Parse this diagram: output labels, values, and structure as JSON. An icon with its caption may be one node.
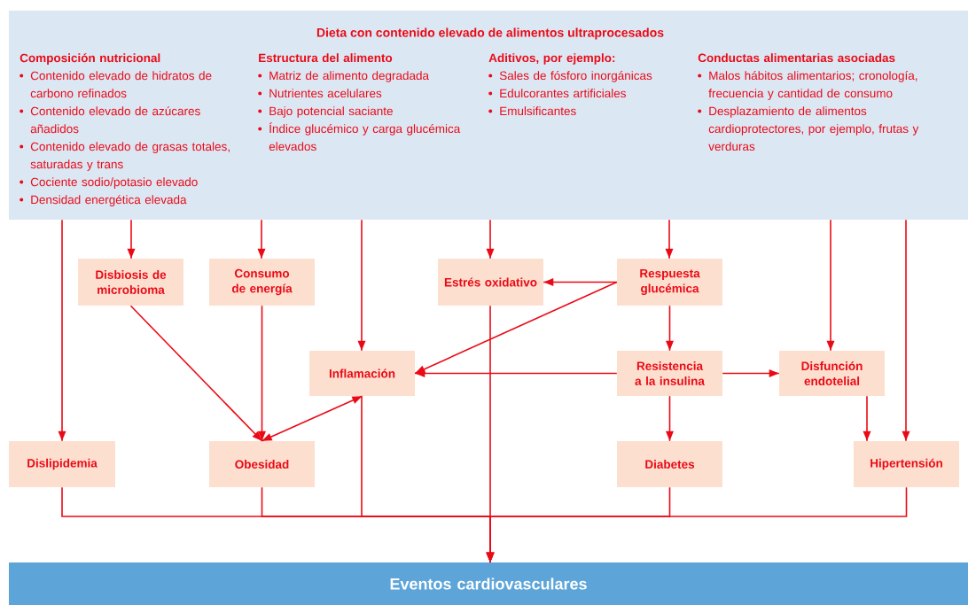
{
  "diagram": {
    "nodes": [
      {
        "text": [
          "Dieta con contenido elevado de alimentos ultraprocesados",
          "Composición nutricional",
          "Contenido elevado de hidratos de carbono refinados",
          "Contenido elevado de azúcares añadidos",
          "Contenido elevado de grasas totales, saturadas y trans",
          "Cociente sodio/potasio elevado",
          "Densidad energética elevada",
          "Estructura del alimento",
          "Matriz de alimento degradada",
          "Nutrientes acelulares",
          "Bajo potencial saciante",
          "Índice glucémico y carga glucémica elevados",
          "Aditivos, por ejemplo:",
          "Sales de fósforo inorgánicas",
          "Edulcorantes artificiales",
          "Emulsificantes",
          "Conductas alimentarias asociadas",
          "Malos hábitos alimentarios; cronología, frecuencia y cantidad de consumo",
          "Desplazamiento de alimentos cardioprotectores, por ejemplo, frutas y verduras"
        ]
      },
      {
        "text": [
          "Disbiosis de microbioma"
        ]
      },
      {
        "text": [
          "Consumo de energía"
        ]
      },
      {
        "text": [
          "Estrés oxidativo"
        ]
      },
      {
        "text": [
          "Respuesta glucémica"
        ]
      },
      {
        "text": [
          "Inflamación"
        ]
      },
      {
        "text": [
          "Resistencia a la insulina"
        ]
      },
      {
        "text": [
          "Disfunción endotelial"
        ]
      },
      {
        "text": [
          "Dislipidemia"
        ]
      },
      {
        "text": [
          "Obesidad"
        ]
      },
      {
        "text": [
          "Diabetes"
        ]
      },
      {
        "text": [
          "Hipertensión"
        ]
      },
      {
        "text": [
          "Eventos cardiovasculares"
        ]
      }
    ],
    "edges": [
      {
        "from": 0,
        "to": 8,
        "arrow": "to"
      },
      {
        "from": 0,
        "to": 1,
        "arrow": "to"
      },
      {
        "from": 0,
        "to": 2,
        "arrow": "to"
      },
      {
        "from": 0,
        "to": 5,
        "arrow": "to"
      },
      {
        "from": 0,
        "to": 3,
        "arrow": "to"
      },
      {
        "from": 0,
        "to": 4,
        "arrow": "to"
      },
      {
        "from": 0,
        "to": 7,
        "arrow": "to"
      },
      {
        "from": 0,
        "to": 11,
        "arrow": "to"
      },
      {
        "from": 1,
        "to": 9,
        "arrow": "to"
      },
      {
        "from": 2,
        "to": 9,
        "arrow": "to"
      },
      {
        "from": 9,
        "to": 5,
        "arrow": "both"
      },
      {
        "from": 4,
        "to": 3,
        "arrow": "to"
      },
      {
        "from": 4,
        "to": 5,
        "arrow": "to"
      },
      {
        "from": 4,
        "to": 6,
        "arrow": "to"
      },
      {
        "from": 6,
        "to": 5,
        "arrow": "to"
      },
      {
        "from": 6,
        "to": 7,
        "arrow": "to"
      },
      {
        "from": 6,
        "to": 10,
        "arrow": "to"
      },
      {
        "from": 7,
        "to": 11,
        "arrow": "to"
      },
      {
        "from": 8,
        "to": 12,
        "arrow": "to"
      },
      {
        "from": 9,
        "to": 12,
        "arrow": "to"
      },
      {
        "from": 5,
        "to": 12,
        "arrow": "to"
      },
      {
        "from": 10,
        "to": 12,
        "arrow": "to"
      },
      {
        "from": 11,
        "to": 12,
        "arrow": "to"
      },
      {
        "from": 3,
        "to": 12,
        "arrow": "to"
      }
    ]
  }
}
